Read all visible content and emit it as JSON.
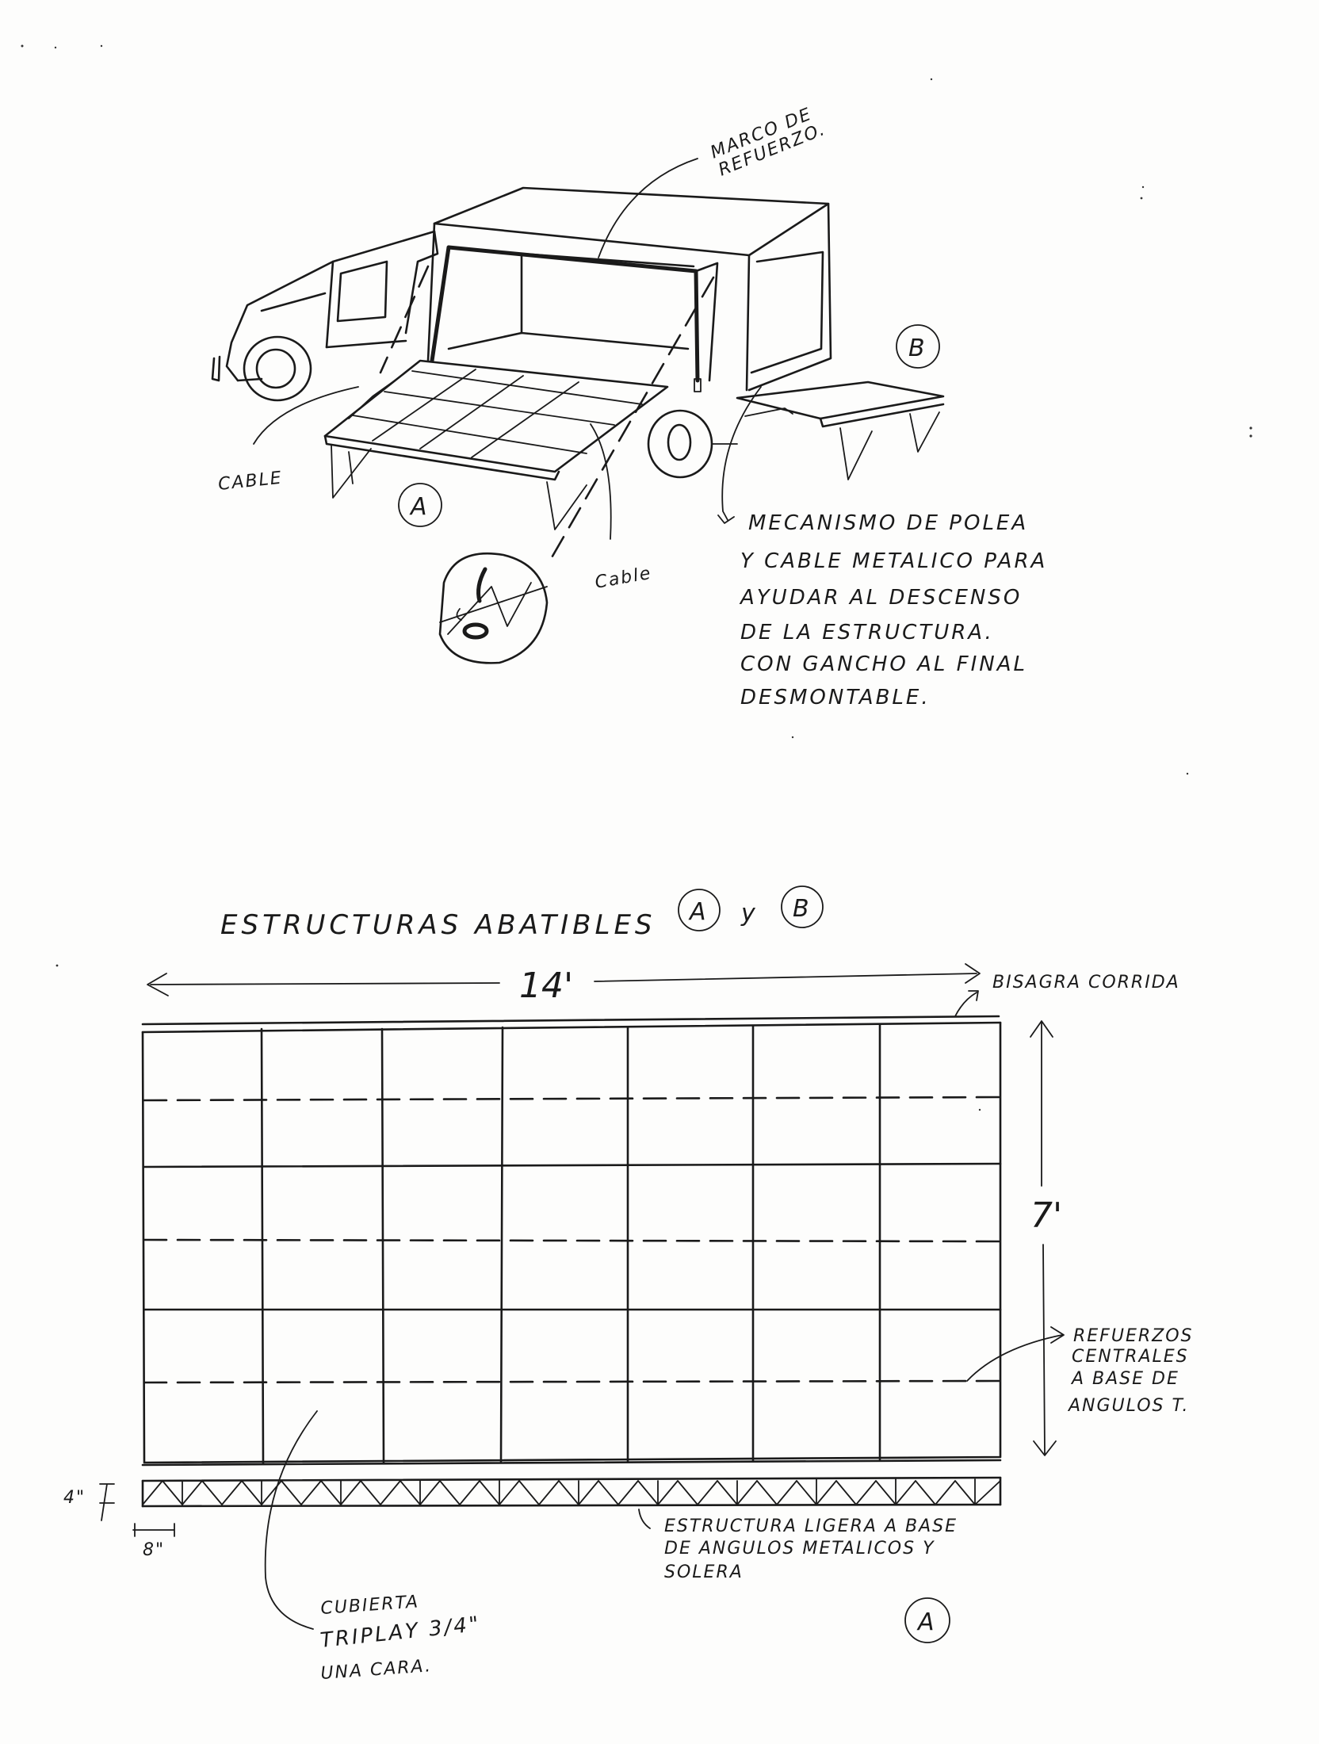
{
  "top_sketch": {
    "marco_label_1": "MARCO DE",
    "marco_label_2": "REFUERZO.",
    "label_b": "B",
    "label_a": "A",
    "cable_left": "CABLE",
    "cable_center": "Cable",
    "mechanism_lines": [
      "MECANISMO DE POLEA",
      "Y CABLE METALICO PARA",
      "AYUDAR AL DESCENSO",
      "DE LA ESTRUCTURA.",
      "CON GANCHO AL FINAL",
      "DESMONTABLE."
    ]
  },
  "plan": {
    "title": "ESTRUCTURAS ABATIBLES",
    "title_a": "A",
    "title_y": "y",
    "title_b": "B",
    "width_dim": "14'",
    "hinge_label": "BISAGRA CORRIDA",
    "height_dim": "7'",
    "reinforcement_lines": [
      "REFUERZOS",
      "CENTRALES",
      "A BASE DE",
      "ANGULOS T."
    ],
    "truss_height": "4\"",
    "truss_spacing": "8\"",
    "truss_lines": [
      "ESTRUCTURA LIGERA A BASE",
      "DE ANGULOS METALICOS Y",
      "SOLERA"
    ],
    "cover_lines": [
      "CUBIERTA",
      "TRIPLAY 3/4\"",
      "UNA CARA."
    ],
    "section_label": "A"
  }
}
